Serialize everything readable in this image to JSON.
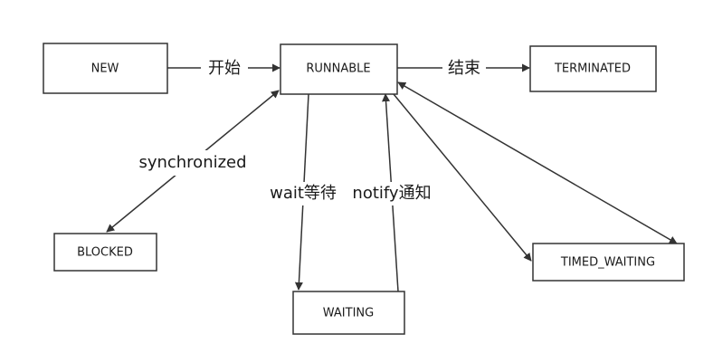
{
  "states": {
    "new": "NEW",
    "runnable": "RUNNABLE",
    "terminated": "TERMINATED",
    "blocked": "BLOCKED",
    "waiting": "WAITING",
    "timed_waiting": "TIMED_WAITING"
  },
  "transitions": {
    "start": "开始",
    "end": "结束",
    "synchronized": "synchronized",
    "wait": "wait等待",
    "notify": "notify通知"
  },
  "colors": {
    "stroke": "#333333",
    "text": "#1a1a1a",
    "background": "#ffffff"
  }
}
